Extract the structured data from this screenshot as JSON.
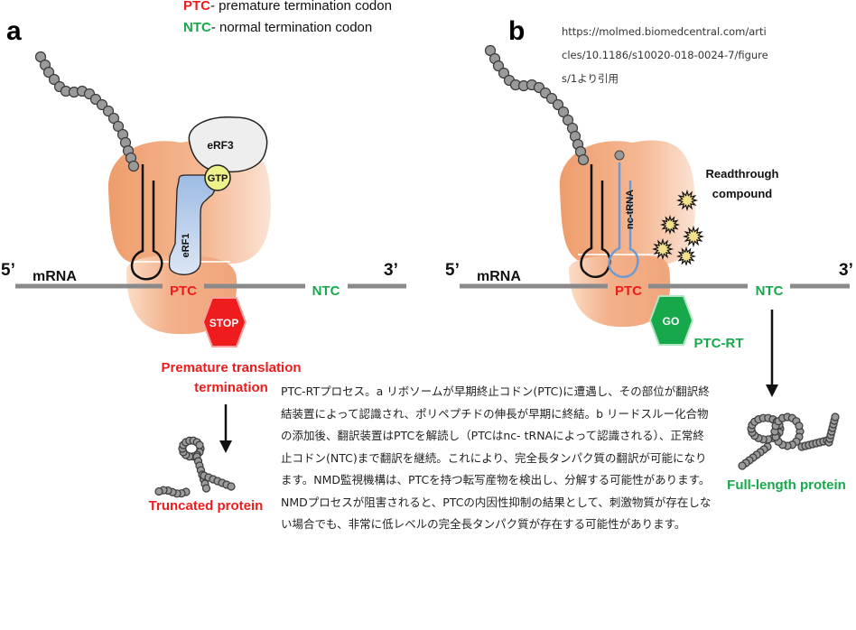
{
  "legend": {
    "ptc_code": "PTC",
    "ptc_desc": "- premature termination codon",
    "ntc_code": "NTC",
    "ntc_desc": "- normal termination codon"
  },
  "colors": {
    "ptc_red": "#ee1c1c",
    "ntc_green": "#17a84c",
    "ribosome": "#f2a97c",
    "mrna_gray": "#8a8a8a",
    "erf1_blue": "#b6cdea",
    "trna_blue": "#6d9bd1",
    "gtp_yellow": "#eeee88"
  },
  "source_note": "https://molmed.biomedcentral.com/articles/10.1186/s10020-018-0024-7/figures/1より引用",
  "panel_a": {
    "label": "a",
    "five_prime": "5’",
    "three_prime": "3’",
    "mrna": "mRNA",
    "ptc": "PTC",
    "ntc": "NTC",
    "erf3": "eRF3",
    "gtp": "GTP",
    "erf1": "eRF1",
    "stop_sign": "STOP",
    "outcome_line1": "Premature translation",
    "outcome_line2": "termination",
    "product": "Truncated protein"
  },
  "panel_b": {
    "label": "b",
    "five_prime": "5’",
    "three_prime": "3’",
    "mrna": "mRNA",
    "ptc": "PTC",
    "ntc": "NTC",
    "trna": "nc-tRNA",
    "compound_line1": "Readthrough",
    "compound_line2": "compound",
    "go_sign": "GO",
    "ptc_rt": "PTC-RT",
    "product": "Full-length protein"
  },
  "caption": "PTC-RTプロセス。a リボソームが早期終止コドン(PTC)に遭遇し、その部位が翻訳終結装置によって認識され、ポリペプチドの伸長が早期に終結。b リードスルー化合物の添加後、翻訳装置はPTCを解読し（PTCはnc- tRNAによって認識される）、正常終止コドン(NTC)まで翻訳を継続。これにより、完全長タンパク質の翻訳が可能になります。NMD監視機構は、PTCを持つ転写産物を検出し、分解する可能性があります。NMDプロセスが阻害されると、PTCの内因性抑制の結果として、刺激物質が存在しない場合でも、非常に低レベルの完全長タンパク質が存在する可能性があります。"
}
